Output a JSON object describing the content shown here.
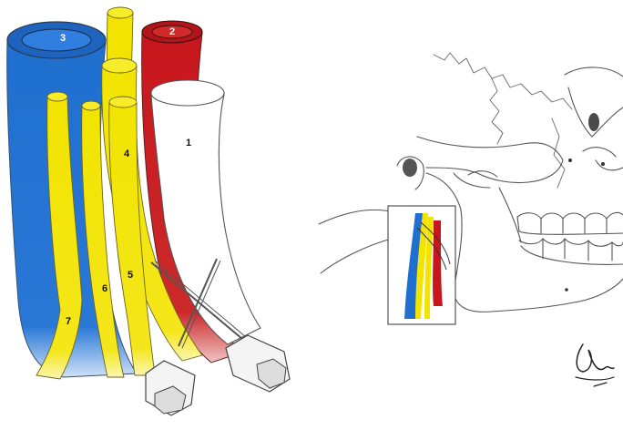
{
  "figure": {
    "left_panel": {
      "labels": {
        "styloid_process": "1",
        "external_carotid_artery": "2",
        "internal_jugular_vein": "3",
        "nerve_4": "4",
        "nerve_5": "5",
        "nerve_6": "6",
        "nerve_7": "7"
      },
      "colors": {
        "vein": "#1f6fd0",
        "artery": "#c8161d",
        "nerve": "#f2e400",
        "bone": "#ffffff",
        "outline": "#555555"
      }
    },
    "right_panel": {
      "inset_colors": [
        "#1f6fd0",
        "#f2e400",
        "#c8161d"
      ]
    },
    "signature": "artist-signature"
  }
}
